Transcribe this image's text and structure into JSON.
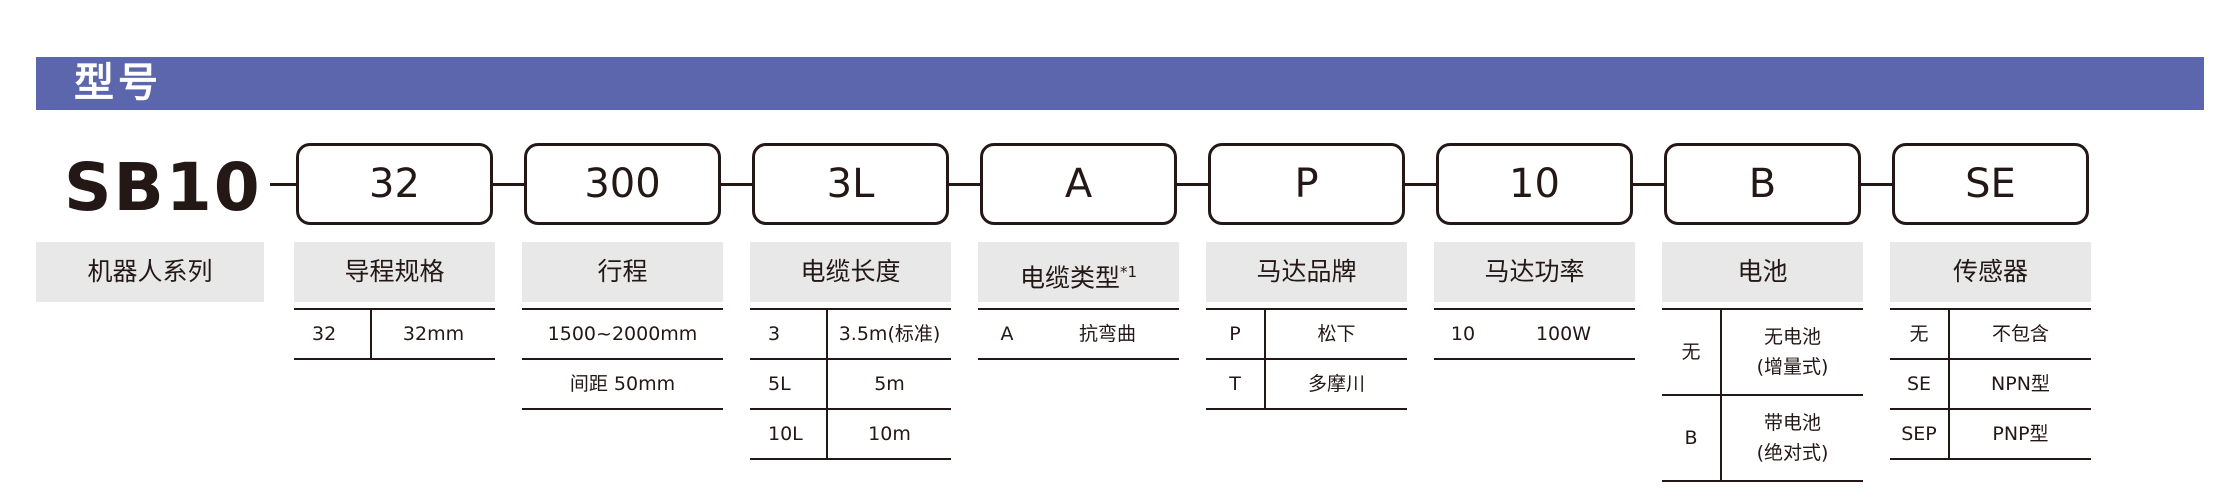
{
  "banner": {
    "title": "型号"
  },
  "model": {
    "name": "SB10",
    "series_label": "机器人系列"
  },
  "colors": {
    "accent": "#5b66ad",
    "header_bg": "#e8e8e8",
    "line": "#231815"
  },
  "fields": [
    {
      "code": "32",
      "header": "导程规格",
      "header_note": "",
      "rows": [
        {
          "key": "32",
          "value": "32mm"
        }
      ]
    },
    {
      "code": "300",
      "header": "行程",
      "header_note": "",
      "rows": [
        {
          "key": "",
          "value": "1500~2000mm"
        },
        {
          "key": "",
          "value": "间距 50mm"
        }
      ]
    },
    {
      "code": "3L",
      "header": "电缆长度",
      "header_note": "",
      "rows": [
        {
          "key": "3",
          "value": "3.5m(标准)"
        },
        {
          "key": "5L",
          "value": "5m"
        },
        {
          "key": "10L",
          "value": "10m"
        }
      ]
    },
    {
      "code": "A",
      "header": "电缆类型",
      "header_note": "*1",
      "rows": [
        {
          "key": "A",
          "value": "抗弯曲"
        }
      ]
    },
    {
      "code": "P",
      "header": "马达品牌",
      "header_note": "",
      "rows": [
        {
          "key": "P",
          "value": "松下"
        },
        {
          "key": "T",
          "value": "多摩川"
        }
      ]
    },
    {
      "code": "10",
      "header": "马达功率",
      "header_note": "",
      "rows": [
        {
          "key": "10",
          "value": "100W"
        }
      ]
    },
    {
      "code": "B",
      "header": "电池",
      "header_note": "",
      "rows": [
        {
          "key": "无",
          "value": "无电池",
          "value2": "(增量式)"
        },
        {
          "key": "B",
          "value": "带电池",
          "value2": "(绝对式)"
        }
      ]
    },
    {
      "code": "SE",
      "header": "传感器",
      "header_note": "",
      "rows": [
        {
          "key": "无",
          "value": "不包含"
        },
        {
          "key": "SE",
          "value": "NPN型"
        },
        {
          "key": "SEP",
          "value": "PNP型"
        }
      ]
    }
  ]
}
